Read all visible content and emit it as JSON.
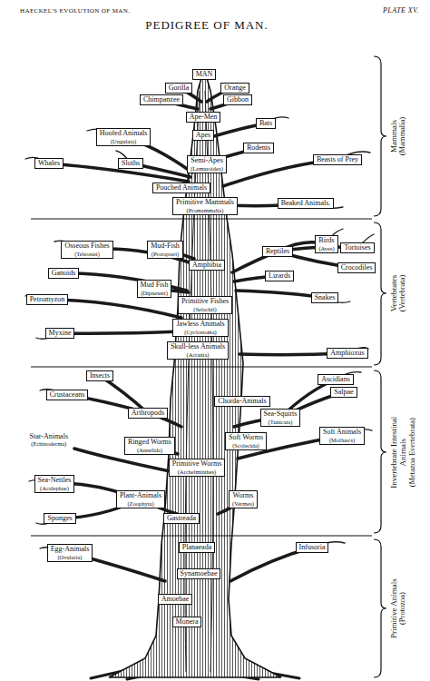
{
  "diagram": {
    "title": "PEDIGREE OF MAN.",
    "nodes": [
      {
        "text": [
          "MAN"
        ]
      },
      {
        "text": [
          "Gorilla"
        ]
      },
      {
        "text": [
          "Orange"
        ]
      },
      {
        "text": [
          "Chimpanzee"
        ]
      },
      {
        "text": [
          "Gibbon"
        ]
      },
      {
        "text": [
          "Ape-Men"
        ]
      },
      {
        "text": [
          "Bats"
        ]
      },
      {
        "text": [
          "Hoofed Animals",
          "(Ungulata)"
        ]
      },
      {
        "text": [
          "Apes"
        ]
      },
      {
        "text": [
          "Rodents"
        ]
      },
      {
        "text": [
          "Beasts of Prey"
        ]
      },
      {
        "text": [
          "Whales"
        ]
      },
      {
        "text": [
          "Sloths"
        ]
      },
      {
        "text": [
          "Semi-Apes",
          "(Lemuroidea)"
        ]
      },
      {
        "text": [
          "Pouched Animals"
        ]
      },
      {
        "text": [
          "Primitive Mammals",
          "(Promammalia)"
        ]
      },
      {
        "text": [
          "Beaked Animals."
        ]
      },
      {
        "text": [
          "Birds",
          "(Aves)"
        ]
      },
      {
        "text": [
          "Tortoises"
        ]
      },
      {
        "text": [
          "Osseous Fishes",
          "(Teleostei)"
        ]
      },
      {
        "text": [
          "Mud-Fish",
          "(Protopteri)"
        ]
      },
      {
        "text": [
          "Reptiles"
        ]
      },
      {
        "text": [
          "Amphibia"
        ]
      },
      {
        "text": [
          "Crocodiles"
        ]
      },
      {
        "text": [
          "Ganoids"
        ]
      },
      {
        "text": [
          "Lizards"
        ]
      },
      {
        "text": [
          "Mud Fish",
          "(Dipneusti)"
        ]
      },
      {
        "text": [
          "Petromyzon"
        ]
      },
      {
        "text": [
          "Snakes"
        ]
      },
      {
        "text": [
          "Primitive Fishes",
          "(Selachii)"
        ]
      },
      {
        "text": [
          "Jawless Animals",
          "(Cyclostoma)"
        ]
      },
      {
        "text": [
          "Myxine"
        ]
      },
      {
        "text": [
          "Skull-less Animals",
          "(Acrania)"
        ]
      },
      {
        "text": [
          "Amphioxus"
        ]
      },
      {
        "text": [
          "Insects"
        ]
      },
      {
        "text": [
          "Ascidians"
        ]
      },
      {
        "text": [
          "Salpae"
        ]
      },
      {
        "text": [
          "Crustaceans"
        ]
      },
      {
        "text": [
          "Chorda-Animals"
        ]
      },
      {
        "text": [
          "Arthropods"
        ]
      },
      {
        "text": [
          "Sea-Squirts",
          "(Tunicata)"
        ]
      },
      {
        "text": [
          "Soft Animals",
          "(Molluscs)"
        ]
      },
      {
        "text": [
          "Soft Worms",
          "(Scolecida)"
        ]
      },
      {
        "text": [
          "Ringed Worms",
          "(Annelida)"
        ]
      },
      {
        "text": [
          "Primitive Worms",
          "(Archelminthes)"
        ]
      },
      {
        "text": [
          "Sea-Nettles",
          "(Acalephae)"
        ]
      },
      {
        "text": [
          "Plant-Animals",
          "(Zoophyta)"
        ]
      },
      {
        "text": [
          "Worms",
          "(Vermes)"
        ]
      },
      {
        "text": [
          "Sponges"
        ]
      },
      {
        "text": [
          "Gastreada"
        ]
      },
      {
        "text": [
          "Egg-Animals",
          "(Ovularia)"
        ]
      },
      {
        "text": [
          "Planaeada"
        ]
      },
      {
        "text": [
          "Infusoria"
        ]
      },
      {
        "text": [
          "Synamoebae"
        ]
      },
      {
        "text": [
          "Amoebae"
        ]
      },
      {
        "text": [
          "Monera"
        ]
      }
    ],
    "labels": [
      "HAECKEL'S EVOLUTION OF MAN.",
      "PLATE XV.",
      "Mammals",
      "(Mammalia)",
      "Vertebrates",
      "(Vertebrata)",
      "Star-Animals",
      "(Echinoderma)",
      "Invertebrate Intestinal Animals",
      "(Metazoa Evertebrata)",
      "Primitive Animals",
      "(Protozoa)"
    ]
  }
}
